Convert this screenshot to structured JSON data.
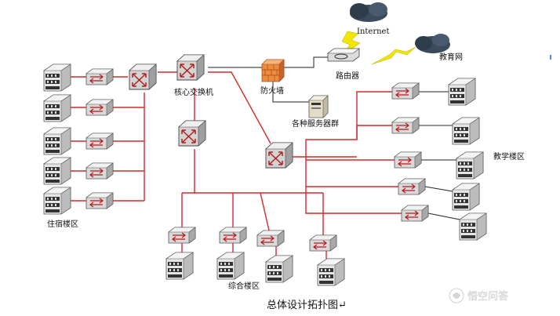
{
  "labels": {
    "internet": "Internet",
    "education_network": "教育网",
    "router": "路由器",
    "firewall": "防火墙",
    "core_switch": "核心交换机",
    "server_group": "各种服务器群",
    "dormitory": "住宿楼区",
    "teaching": "教学楼区",
    "complex": "综合楼区"
  },
  "caption": "总体设计拓扑图↵",
  "watermark": "悟空问答",
  "icons": [
    "cloud-icon",
    "lightning-icon",
    "router-icon",
    "firewall-icon",
    "server-icon",
    "switch-icon",
    "core-switch-icon",
    "building-icon"
  ],
  "colors": {
    "link": "#d32a2a",
    "cloud": "#3b4a5c",
    "lightning": "#f2e600",
    "firewall": "#f08a3c"
  }
}
